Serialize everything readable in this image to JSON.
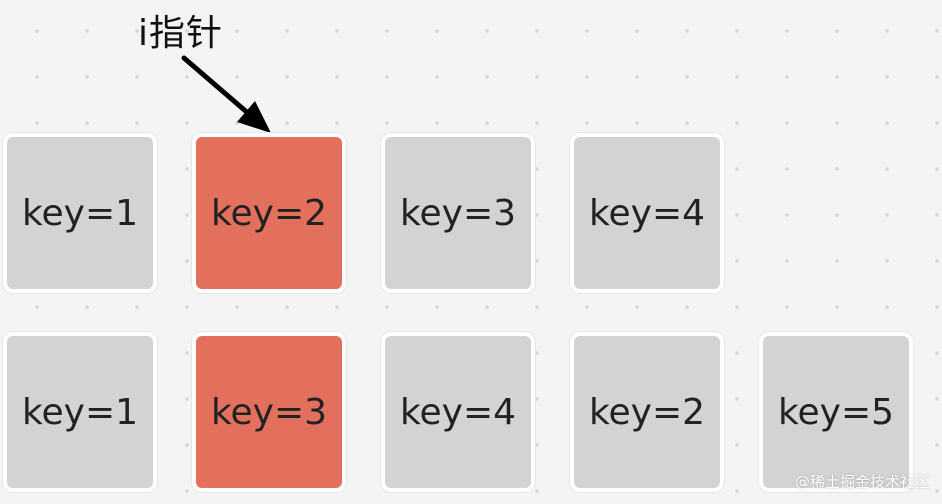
{
  "pointer": {
    "label": "i指针"
  },
  "rows": [
    {
      "items": [
        {
          "label": "key=1",
          "highlight": false
        },
        {
          "label": "key=2",
          "highlight": true
        },
        {
          "label": "key=3",
          "highlight": false
        },
        {
          "label": "key=4",
          "highlight": false
        }
      ]
    },
    {
      "items": [
        {
          "label": "key=1",
          "highlight": false
        },
        {
          "label": "key=3",
          "highlight": true
        },
        {
          "label": "key=4",
          "highlight": false
        },
        {
          "label": "key=2",
          "highlight": false
        },
        {
          "label": "key=5",
          "highlight": false
        }
      ]
    }
  ],
  "watermark": {
    "text": "@稀土掘金技术社区"
  },
  "colors": {
    "highlight": "#e3705d",
    "box": "#d2d3d4",
    "background": "#f4f4f5"
  }
}
